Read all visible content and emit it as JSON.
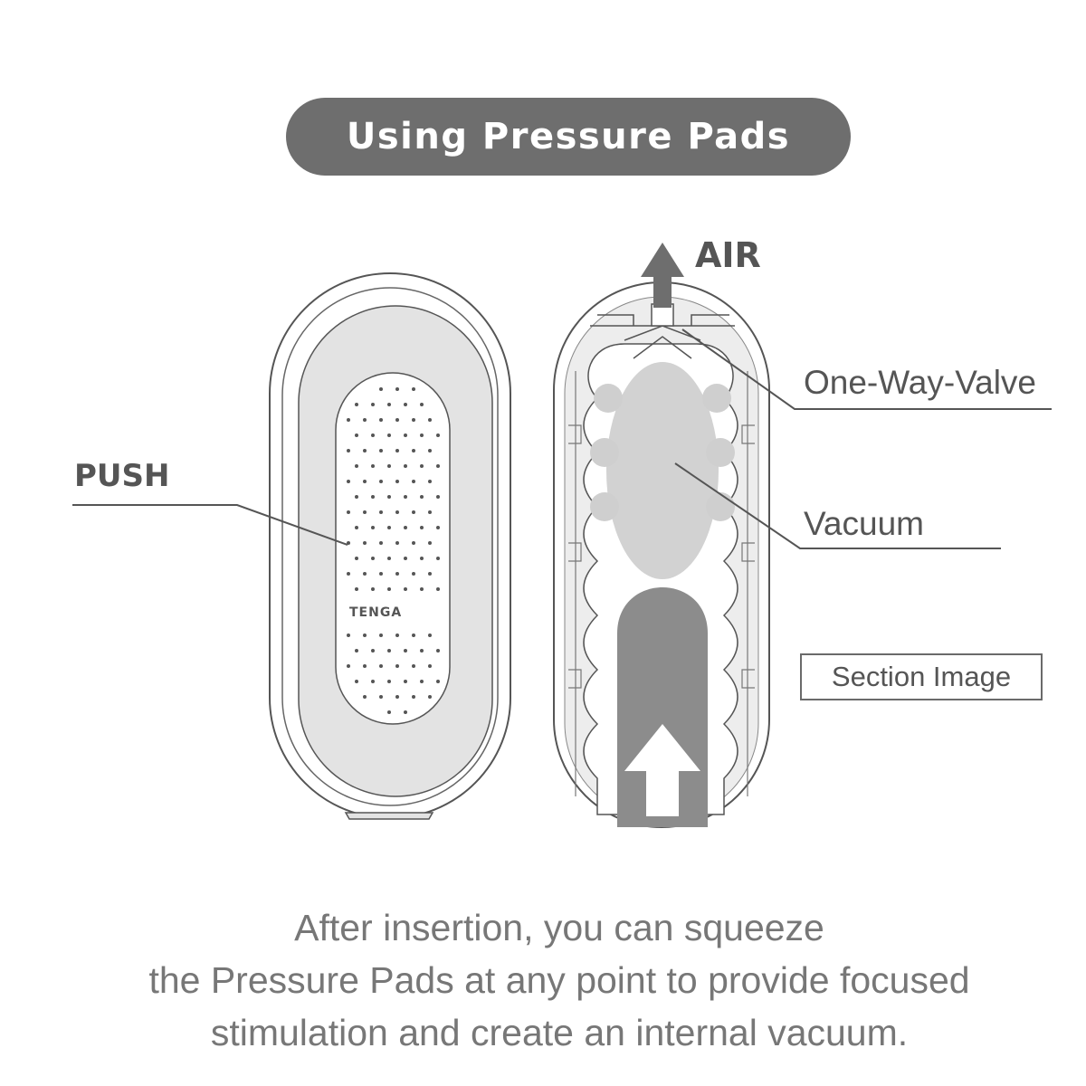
{
  "header": {
    "title": "Using Pressure Pads"
  },
  "diagram": {
    "push_label": "PUSH",
    "brand_logo_text": "TENGA",
    "air_label": "AIR",
    "valve_label": "One-Way-Valve",
    "vacuum_label": "Vacuum",
    "section_label": "Section Image"
  },
  "caption": {
    "line1": "After insertion, you can squeeze",
    "line2": "the Pressure Pads at any point to provide focused",
    "line3": "stimulation and create an internal vacuum."
  },
  "colors": {
    "pill": "#6e6e6e",
    "body_light": "#e6e6e6",
    "insert_dark": "#8c8c8c",
    "text": "#555555"
  }
}
